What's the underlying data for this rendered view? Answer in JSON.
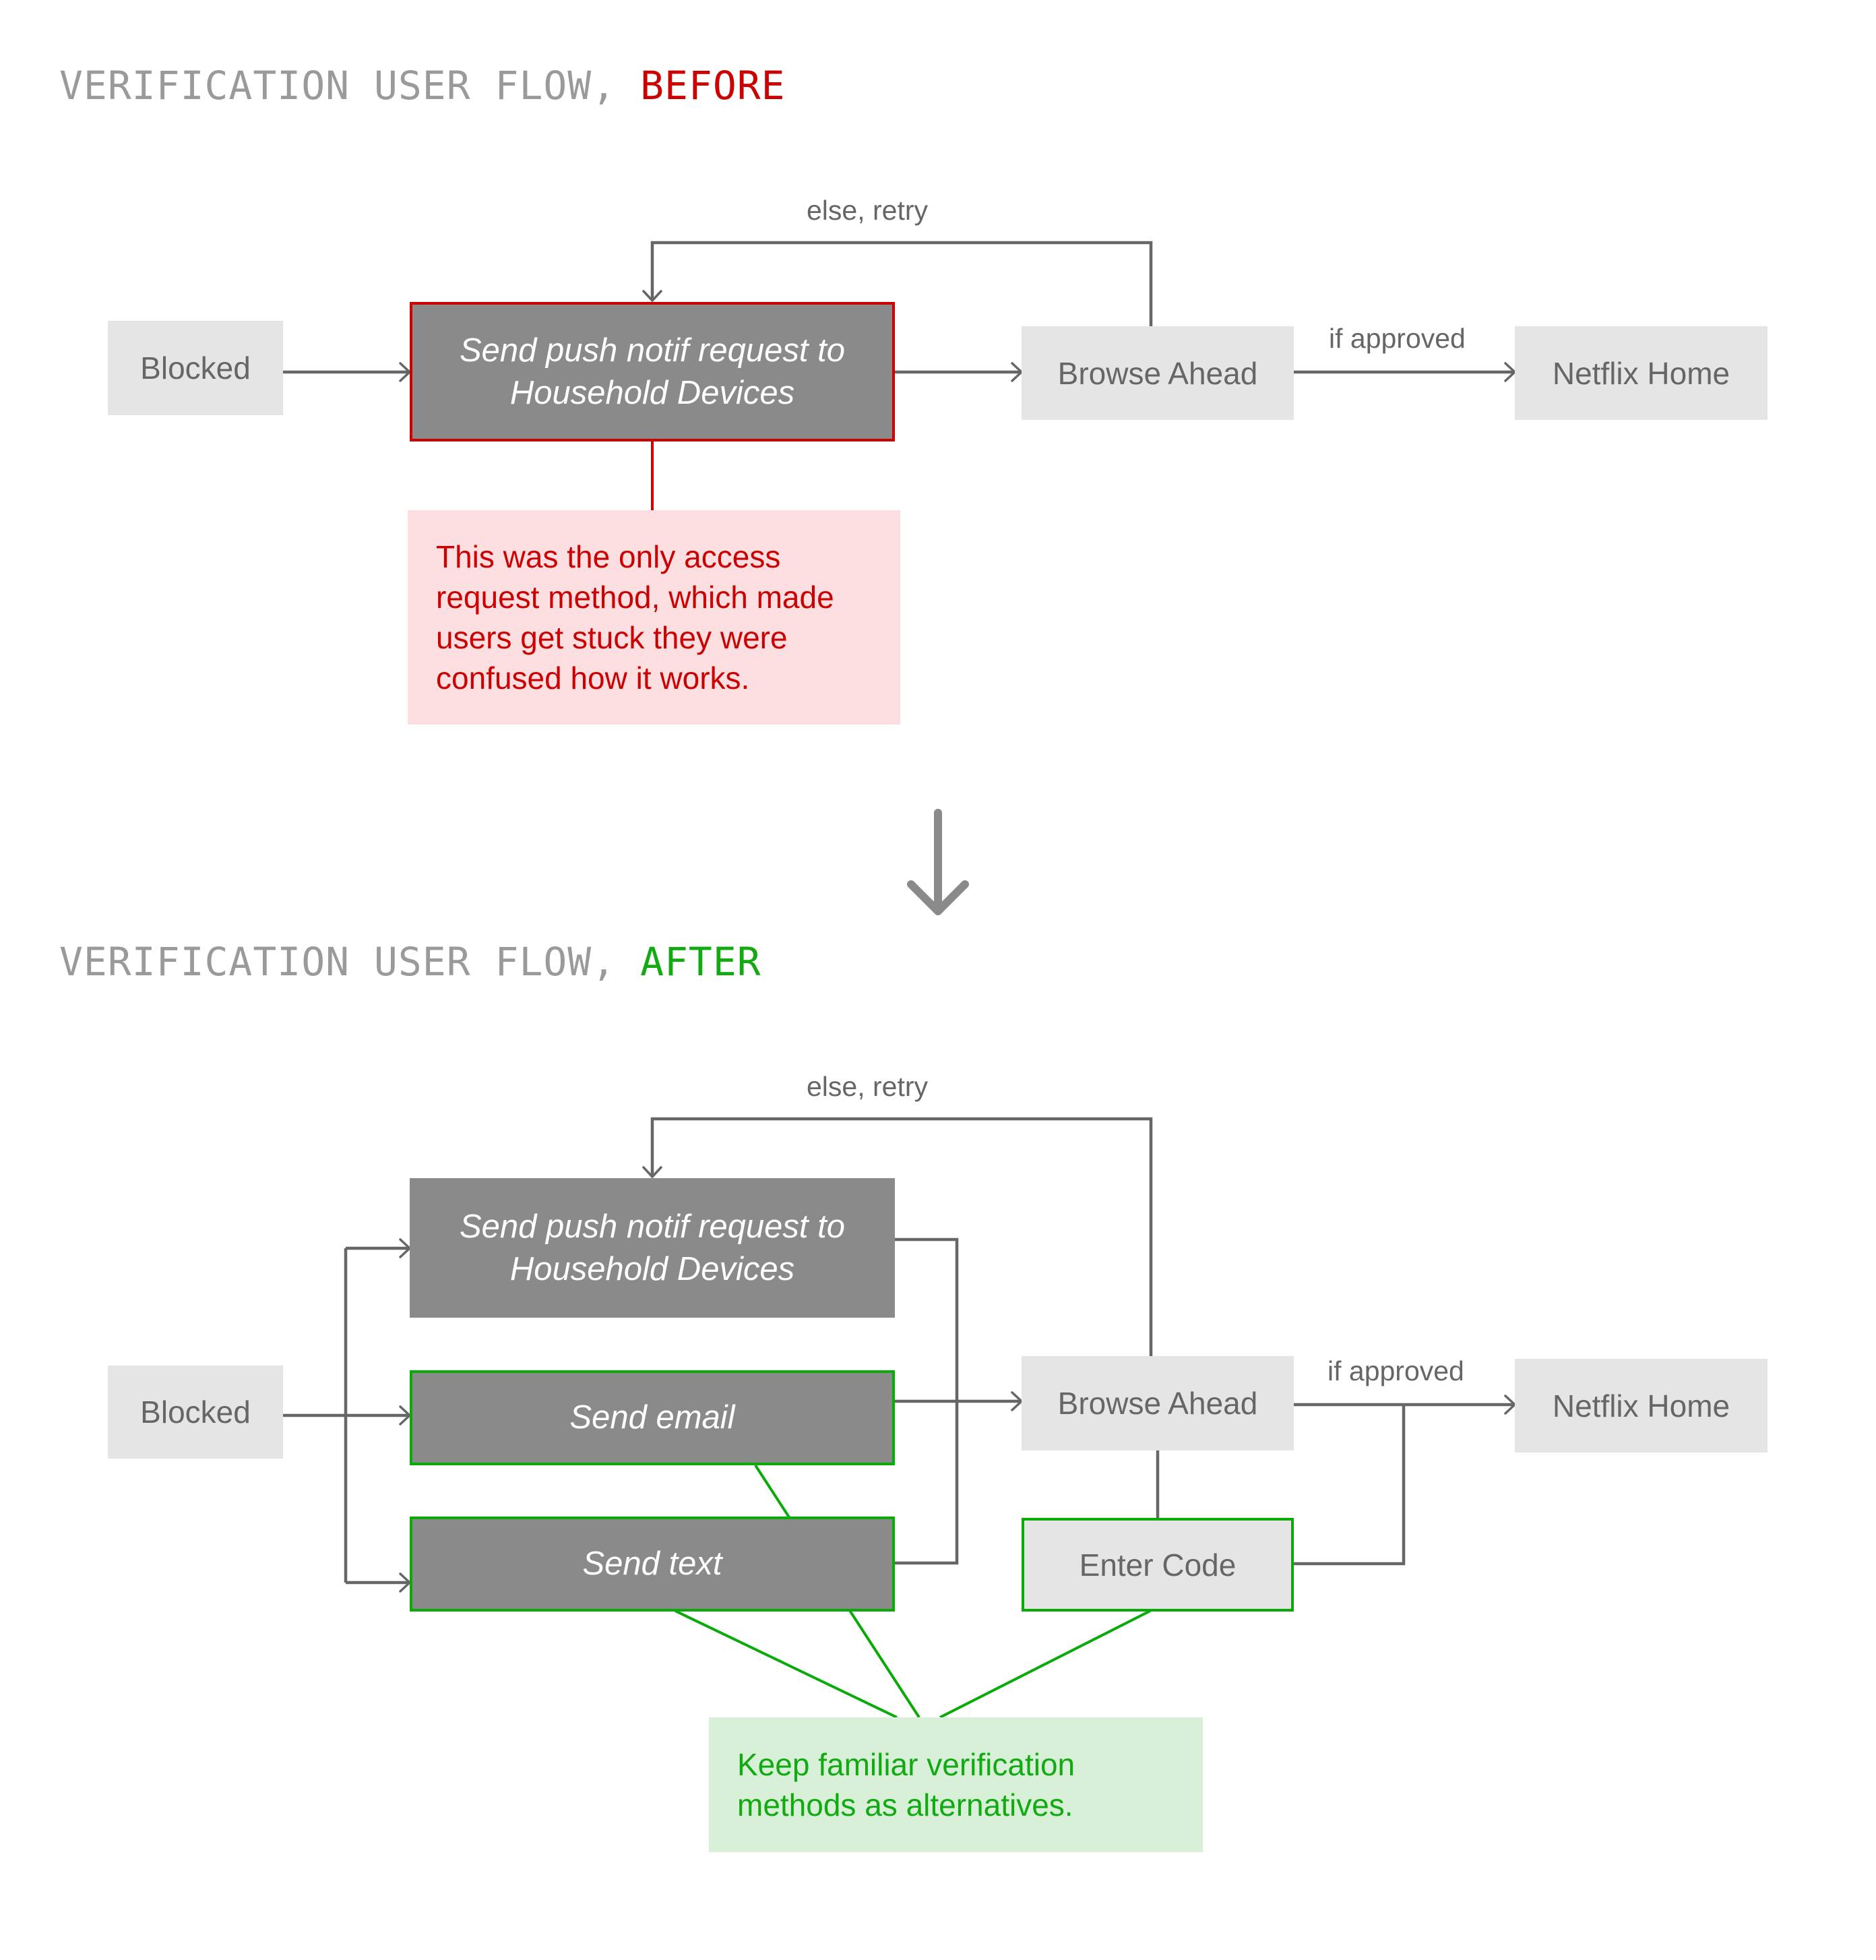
{
  "before": {
    "title_prefix": "VERIFICATION USER FLOW, ",
    "title_accent": "BEFORE",
    "nodes": {
      "blocked": "Blocked",
      "push_notif": "Send push notif request to Household Devices",
      "browse_ahead": "Browse Ahead",
      "netflix_home": "Netflix Home"
    },
    "edge_labels": {
      "retry": "else, retry",
      "approved": "if approved"
    },
    "note": "This was the only access request method, which made users get stuck they were confused how it works."
  },
  "transition_icon": "arrow-down-icon",
  "after": {
    "title_prefix": "VERIFICATION USER FLOW, ",
    "title_accent": "AFTER",
    "nodes": {
      "blocked": "Blocked",
      "push_notif": "Send push notif request to Household Devices",
      "send_email": "Send email",
      "send_text": "Send text",
      "browse_ahead": "Browse Ahead",
      "enter_code": "Enter Code",
      "netflix_home": "Netflix Home"
    },
    "edge_labels": {
      "retry": "else, retry",
      "approved": "if approved"
    },
    "note": "Keep familiar verification methods as alternatives."
  },
  "colors": {
    "title_gray": "#9a9a9a",
    "before_accent": "#cc0000",
    "after_accent": "#11aa11",
    "connector": "#666666",
    "light_node": "#e5e5e5",
    "dark_node": "#8a8a8a",
    "note_red_bg": "#fddfe1",
    "note_green_bg": "#d8f0d8"
  }
}
